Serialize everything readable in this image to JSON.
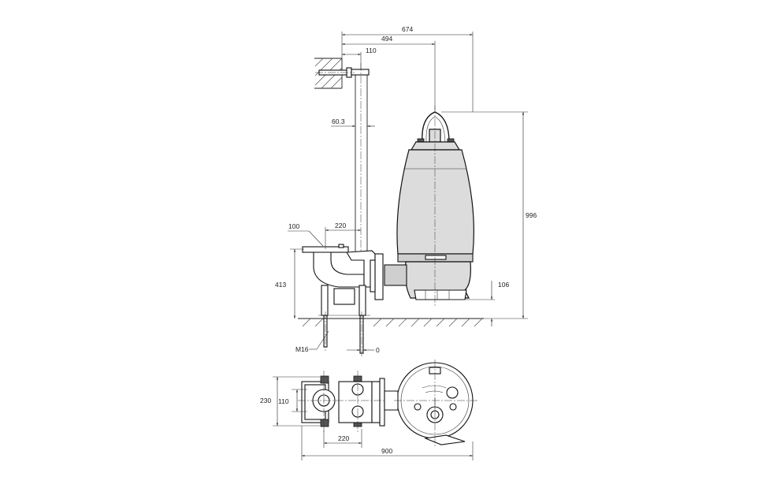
{
  "dimensions": {
    "overall_width_top": "674",
    "rail_to_center": "494",
    "bracket_offset": "110",
    "pipe_diameter": "60.3",
    "outlet_spacing": "220",
    "flange_dn": "100",
    "outlet_height": "413",
    "total_height": "996",
    "bottom_clearance": "106",
    "bolt_size": "M16",
    "zero_ref": "0",
    "base_width": "230",
    "base_inner": "110",
    "base_spacing": "220",
    "overall_length": "900"
  }
}
